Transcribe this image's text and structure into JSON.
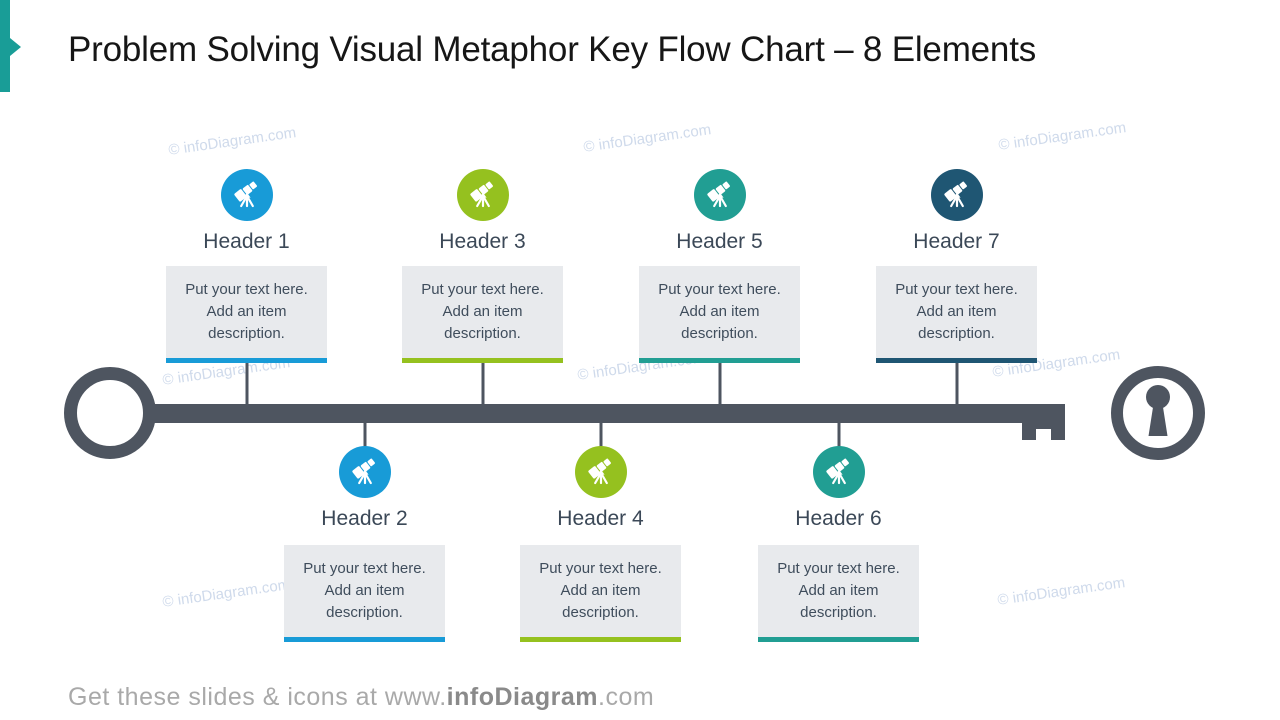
{
  "slide": {
    "title": "Problem Solving Visual Metaphor Key Flow Chart – 8 Elements",
    "watermark_text": "© infoDiagram.com",
    "footer": {
      "prefix": "Get these slides & icons at www.",
      "brand": "infoDiagram",
      "suffix": ".com"
    }
  },
  "colors": {
    "accent_teal": "#199D97",
    "key_slate": "#4E5560",
    "box_background": "#E8EAED",
    "header_text": "#3B4857",
    "body_text": "#3F4D5C",
    "watermark": "#C7D4E8",
    "footer_text": "#A9A9A9",
    "footer_brand": "#8A8A8A",
    "step_blue": "#189BD7",
    "step_green": "#95C11F",
    "step_teal": "#219E93",
    "step_navy": "#1F5673"
  },
  "items": [
    {
      "label": "Header 1",
      "description": "Put your text here. Add an item description.",
      "color": "#189BD7",
      "icon": "telescope-icon"
    },
    {
      "label": "Header 2",
      "description": "Put your text here. Add an item description.",
      "color": "#189BD7",
      "icon": "telescope-icon"
    },
    {
      "label": "Header 3",
      "description": "Put your text here. Add an item description.",
      "color": "#95C11F",
      "icon": "telescope-icon"
    },
    {
      "label": "Header 4",
      "description": "Put your text here. Add an item description.",
      "color": "#95C11F",
      "icon": "telescope-icon"
    },
    {
      "label": "Header 5",
      "description": "Put your text here. Add an item description.",
      "color": "#219E93",
      "icon": "telescope-icon"
    },
    {
      "label": "Header 6",
      "description": "Put your text here. Add an item description.",
      "color": "#219E93",
      "icon": "telescope-icon"
    },
    {
      "label": "Header 7",
      "description": "Put your text here. Add an item description.",
      "color": "#1F5673",
      "icon": "telescope-icon"
    }
  ]
}
